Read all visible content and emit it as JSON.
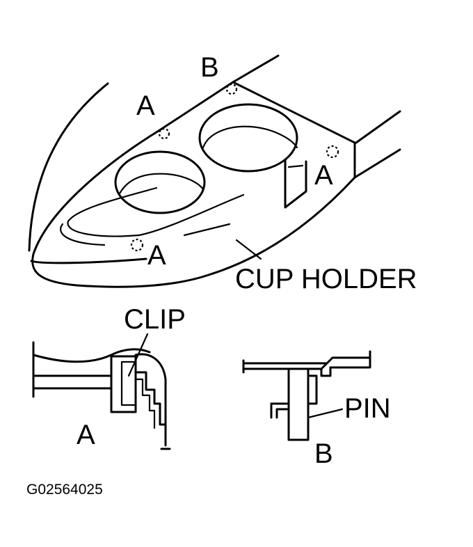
{
  "labels": {
    "a_top": "A",
    "b_top": "B",
    "a_right": "A",
    "a_bottom": "A",
    "cup_holder": "CUP HOLDER",
    "clip": "CLIP",
    "a_detail": "A",
    "pin": "PIN",
    "b_detail": "B"
  },
  "figure_code": "G02564025"
}
